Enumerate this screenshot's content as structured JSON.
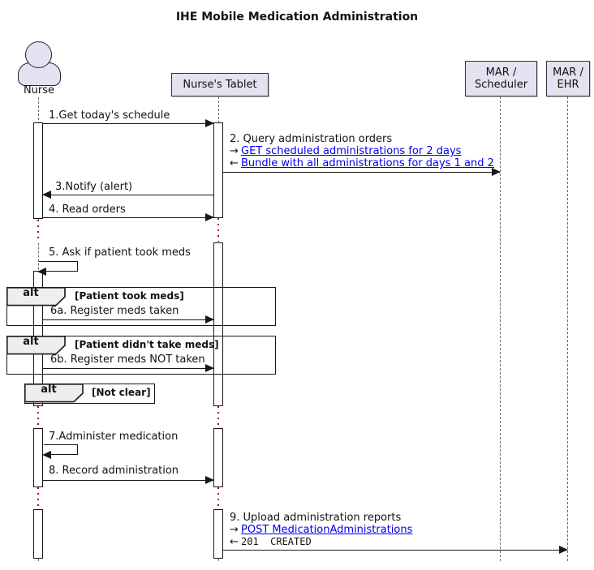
{
  "title": "IHE Mobile Medication Administration",
  "participants": {
    "nurse": {
      "label": "Nurse"
    },
    "tablet": {
      "label": "Nurse's Tablet"
    },
    "scheduler": {
      "label": "MAR /\nScheduler"
    },
    "ehr": {
      "label": "MAR /\nEHR"
    }
  },
  "icons": {
    "request_arrow": "→",
    "response_arrow": "←"
  },
  "messages": {
    "m1": {
      "label": "1.Get today's schedule"
    },
    "m2": {
      "label": "2. Query administration orders",
      "request_link": "GET scheduled administrations for 2 days",
      "response_link": "Bundle with all administrations for days 1 and 2"
    },
    "m3": {
      "label": "3.Notify (alert)"
    },
    "m4": {
      "label": "4. Read orders"
    },
    "m5": {
      "label": "5. Ask if patient took meds"
    },
    "m6a": {
      "label": "6a. Register meds taken"
    },
    "m6b": {
      "label": "6b. Register meds NOT taken"
    },
    "m7": {
      "label": "7.Administer medication"
    },
    "m8": {
      "label": "8. Record administration"
    },
    "m9": {
      "label": "9. Upload administration reports",
      "request_link": "POST MedicationAdministrations",
      "response_code": "201  CREATED"
    }
  },
  "fragments": {
    "alt1": {
      "operator": "alt",
      "condition": "[Patient took meds]"
    },
    "alt2": {
      "operator": "alt",
      "condition": "[Patient didn't take meds]"
    },
    "alt3": {
      "operator": "alt",
      "condition": "[Not clear]"
    }
  },
  "colors": {
    "participant_fill": "#E2E2F0",
    "border": "#181818",
    "link": "#0000EE",
    "delay_dots": "#A80036",
    "fragment_header_fill": "#EEEEEE"
  }
}
